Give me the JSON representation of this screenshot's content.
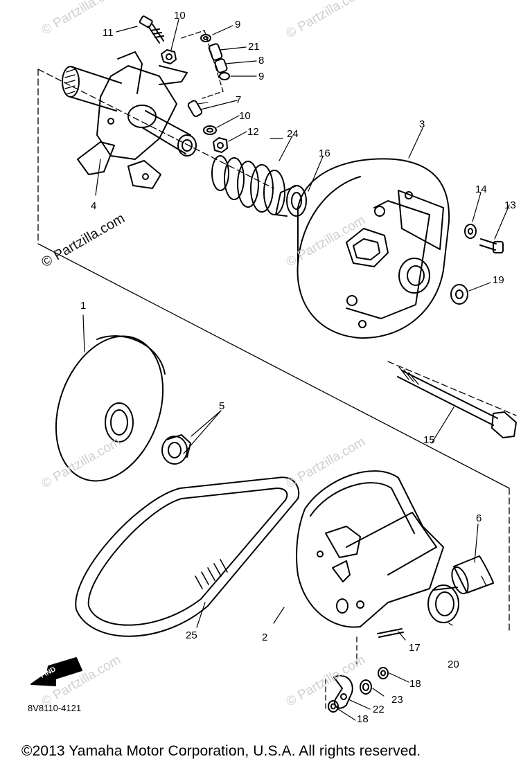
{
  "diagram": {
    "part_labels": {
      "p1": "1",
      "p2": "2",
      "p3": "3",
      "p4": "4",
      "p5": "5",
      "p6": "6",
      "p7": "7",
      "p8": "8",
      "p9a": "9",
      "p9b": "9",
      "p10a": "10",
      "p10b": "10",
      "p11": "11",
      "p12": "12",
      "p13": "13",
      "p14": "14",
      "p15": "15",
      "p16": "16",
      "p17": "17",
      "p18a": "18",
      "p18b": "18",
      "p19": "19",
      "p20": "20",
      "p21": "21",
      "p22": "22",
      "p23": "23",
      "p24": "24",
      "p25": "25"
    },
    "diagram_code": "8V8110-4121",
    "find_label": "FIND",
    "watermark_text": "© Partzilla.com",
    "copyright": "©2013  Yamaha Motor Corporation, U.S.A. All rights reserved."
  }
}
